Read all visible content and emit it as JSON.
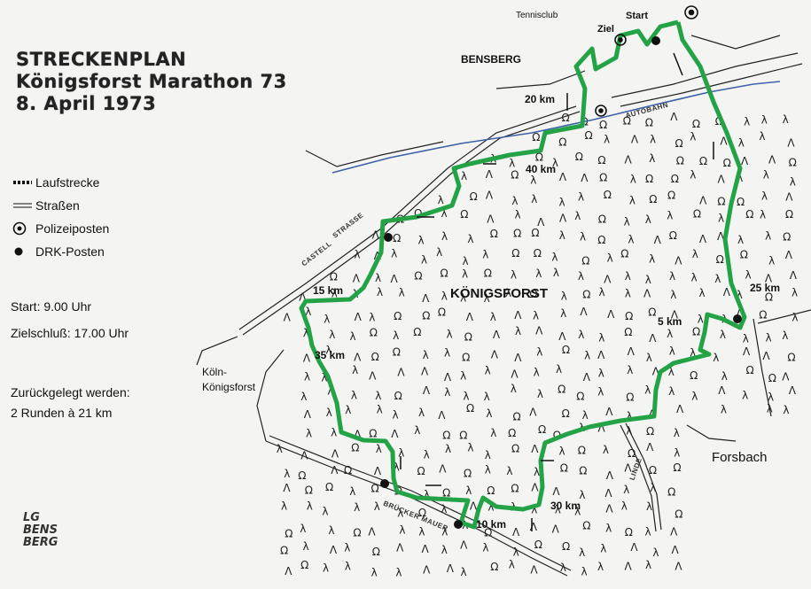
{
  "title": {
    "line1": "STRECKENPLAN",
    "line2": "Königsforst Marathon 73",
    "line3": "8. April 1973"
  },
  "legend": [
    {
      "label": "Laufstrecke",
      "icon": "dotted-line-icon"
    },
    {
      "label": "Straßen",
      "icon": "road-icon"
    },
    {
      "label": "Polizeiposten",
      "icon": "police-star-icon"
    },
    {
      "label": "DRK-Posten",
      "icon": "filled-dot-icon"
    }
  ],
  "info": {
    "start": "Start: 9.00 Uhr",
    "finish": "Zielschluß: 17.00 Uhr",
    "distance_line1": "Zurückgelegt werden:",
    "distance_line2": "2 Runden à 21 km"
  },
  "places": {
    "bensberg": "BENSBERG",
    "koenigsforst": "KÖNIGSFORST",
    "forsbach": "Forsbach",
    "koeln_line1": "Köln-",
    "koeln_line2": "Königsforst",
    "start": "Start",
    "ziel": "Ziel",
    "start_area": "Tennisclub"
  },
  "km_markers": {
    "km5": "5 km",
    "km10": "10 km",
    "km15": "15 km",
    "km20": "20 km",
    "km25": "25 km",
    "km30": "30 km",
    "km35": "35 km",
    "km40": "40 km"
  },
  "road_labels": {
    "castle": "CASTELL",
    "strasse": "STRASSE",
    "highway": "AUTOBAHN",
    "south": "BRÜCKER MAUER",
    "east": "LINDE"
  },
  "signature": {
    "line1": "LG",
    "line2": "BENS",
    "line3": "BERG"
  },
  "colors": {
    "route": "#23a346",
    "paper": "#f4f4f2",
    "ink": "#111111",
    "river": "#3c62a8"
  }
}
